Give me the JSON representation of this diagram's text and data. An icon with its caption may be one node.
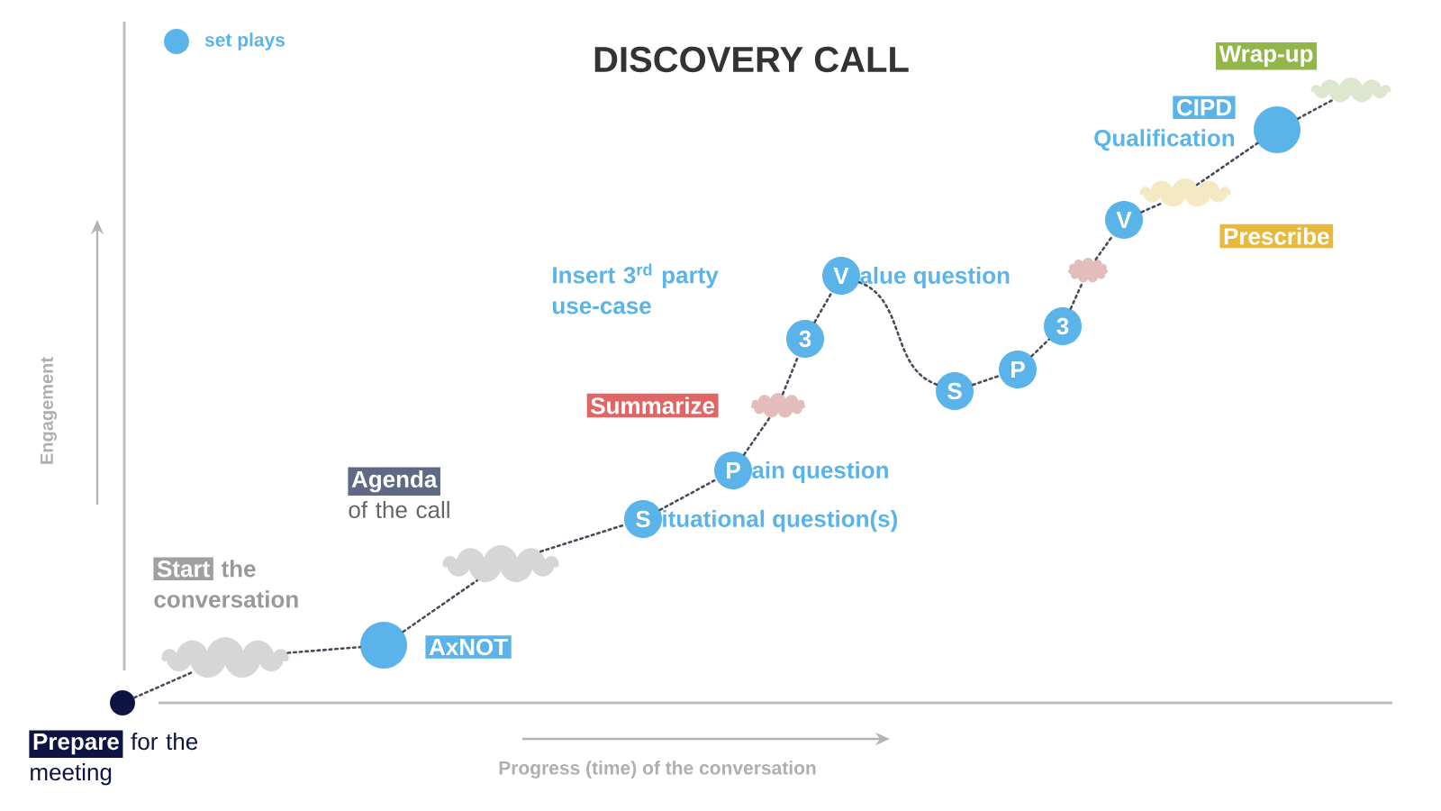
{
  "diagram": {
    "title": "DISCOVERY CALL",
    "nodes": [
      {
        "text": [],
        "shape": "circle",
        "beside": [
          "Prepare",
          "for the meeting"
        ]
      },
      {
        "text": [],
        "shape": "cloud",
        "beside": [
          "Start",
          "the conversation"
        ]
      },
      {
        "text": [],
        "shape": "circle",
        "beside": [
          "AxNOT"
        ]
      },
      {
        "text": [],
        "shape": "cloud",
        "beside": [
          "Agenda",
          "of the call"
        ]
      },
      {
        "text": [
          "S"
        ],
        "beside": [
          "ituational question(s)"
        ]
      },
      {
        "text": [
          "P"
        ],
        "beside": [
          "ain question"
        ]
      },
      {
        "text": [],
        "shape": "cloud",
        "beside": [
          "Summarize"
        ]
      },
      {
        "text": [
          "3"
        ],
        "beside": [
          "Insert 3$^{rd}$ party use-case"
        ]
      },
      {
        "text": [
          "V"
        ],
        "beside": [
          "alue question"
        ]
      },
      {
        "text": [
          "S"
        ]
      },
      {
        "text": [
          "P"
        ]
      },
      {
        "text": [
          "3"
        ]
      },
      {
        "text": [],
        "shape": "cloud"
      },
      {
        "text": [
          "V"
        ]
      },
      {
        "text": [],
        "shape": "cloud",
        "beside": [
          "Prescribe"
        ]
      },
      {
        "text": [],
        "shape": "circle",
        "beside": [
          "CIPD",
          "Qualification"
        ]
      },
      {
        "text": [],
        "shape": "cloud",
        "beside": [
          "Wrap-up"
        ]
      }
    ],
    "edges": [
      {
        "from": 0,
        "to": 1,
        "arrow": "none"
      },
      {
        "from": 1,
        "to": 2,
        "arrow": "none"
      },
      {
        "from": 2,
        "to": 3,
        "arrow": "none"
      },
      {
        "from": 3,
        "to": 4,
        "arrow": "none"
      },
      {
        "from": 4,
        "to": 5,
        "arrow": "none"
      },
      {
        "from": 5,
        "to": 6,
        "arrow": "none"
      },
      {
        "from": 6,
        "to": 7,
        "arrow": "none"
      },
      {
        "from": 7,
        "to": 8,
        "arrow": "none"
      },
      {
        "from": 8,
        "to": 9,
        "arrow": "none"
      },
      {
        "from": 9,
        "to": 10,
        "arrow": "none"
      },
      {
        "from": 10,
        "to": 11,
        "arrow": "none"
      },
      {
        "from": 11,
        "to": 12,
        "arrow": "none"
      },
      {
        "from": 12,
        "to": 13,
        "arrow": "none"
      },
      {
        "from": 13,
        "to": 14,
        "arrow": "none"
      },
      {
        "from": 14,
        "to": 15,
        "arrow": "none"
      },
      {
        "from": 15,
        "to": 16,
        "arrow": "none"
      }
    ],
    "labels": [
      "Engagement",
      "Progress (time) of the conversation"
    ],
    "legend": [
      {
        "text": "set plays",
        "color": "#5ab4ea"
      }
    ]
  }
}
